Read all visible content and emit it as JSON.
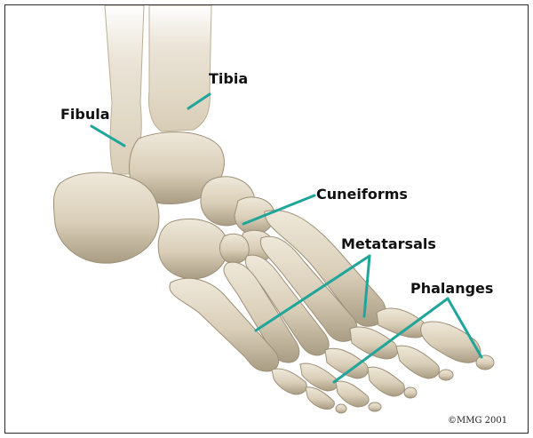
{
  "labels": {
    "tibia": "Tibia",
    "fibula": "Fibula",
    "cuneiforms": "Cuneiforms",
    "metatarsals": "Metatarsals",
    "phalanges": "Phalanges"
  },
  "copyright": "©MMG 2001",
  "colors": {
    "bone": "#ddd3bf",
    "bone_shadow": "#a89c84",
    "bone_highlight": "#f3eee2",
    "leader_line": "#1fa59a",
    "border": "#2a2a2a",
    "background": "#ffffff"
  }
}
